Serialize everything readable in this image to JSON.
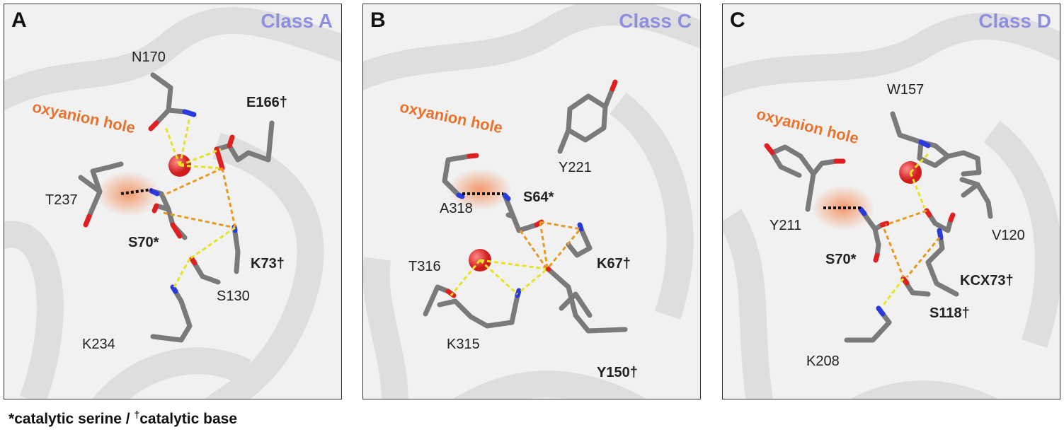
{
  "panels": [
    {
      "letter": "A",
      "class_label": "Class A",
      "oxyanion_label": "oxyanion hole",
      "residues": [
        "N170",
        "E166†",
        "T237",
        "S70*",
        "K73†",
        "S130",
        "K234"
      ]
    },
    {
      "letter": "B",
      "class_label": "Class C",
      "oxyanion_label": "oxyanion hole",
      "residues": [
        "Y221",
        "A318",
        "S64*",
        "T316",
        "K67†",
        "K315",
        "Y150†"
      ]
    },
    {
      "letter": "C",
      "class_label": "Class D",
      "oxyanion_label": "oxyanion hole",
      "residues": [
        "W157",
        "Y211",
        "V120",
        "S70*",
        "KCX73†",
        "S118†",
        "K208"
      ]
    }
  ],
  "footnote": {
    "star": "*",
    "part1": "catalytic serine / ",
    "dagger": "†",
    "part2": "catalytic base"
  },
  "colors": {
    "class_label": "#8f8fe0",
    "oxyanion": "#e8732f",
    "bond": "#777777",
    "oxygen": "#e02020",
    "nitrogen": "#2a3adf",
    "water": "#e03030",
    "hbond_yellow": "#e7e320",
    "hbond_orange": "#e89a20"
  }
}
